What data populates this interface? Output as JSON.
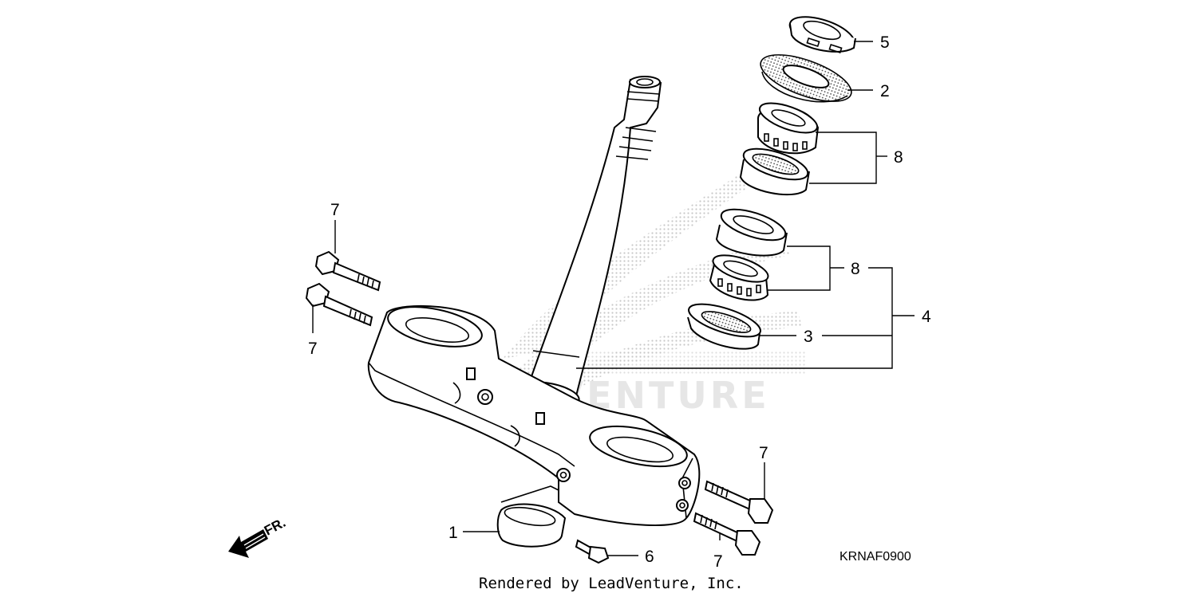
{
  "diagram": {
    "watermark": "LEADVENTURE",
    "diagram_code": "KRNAF0900",
    "credit": "Rendered by LeadVenture, Inc.",
    "direction_label": "FR.",
    "callouts": {
      "c1": "1",
      "c2": "2",
      "c3": "3",
      "c4": "4",
      "c5": "5",
      "c6": "6",
      "c7a": "7",
      "c7b": "7",
      "c7c": "7",
      "c7d": "7",
      "c8a": "8",
      "c8b": "8"
    }
  }
}
